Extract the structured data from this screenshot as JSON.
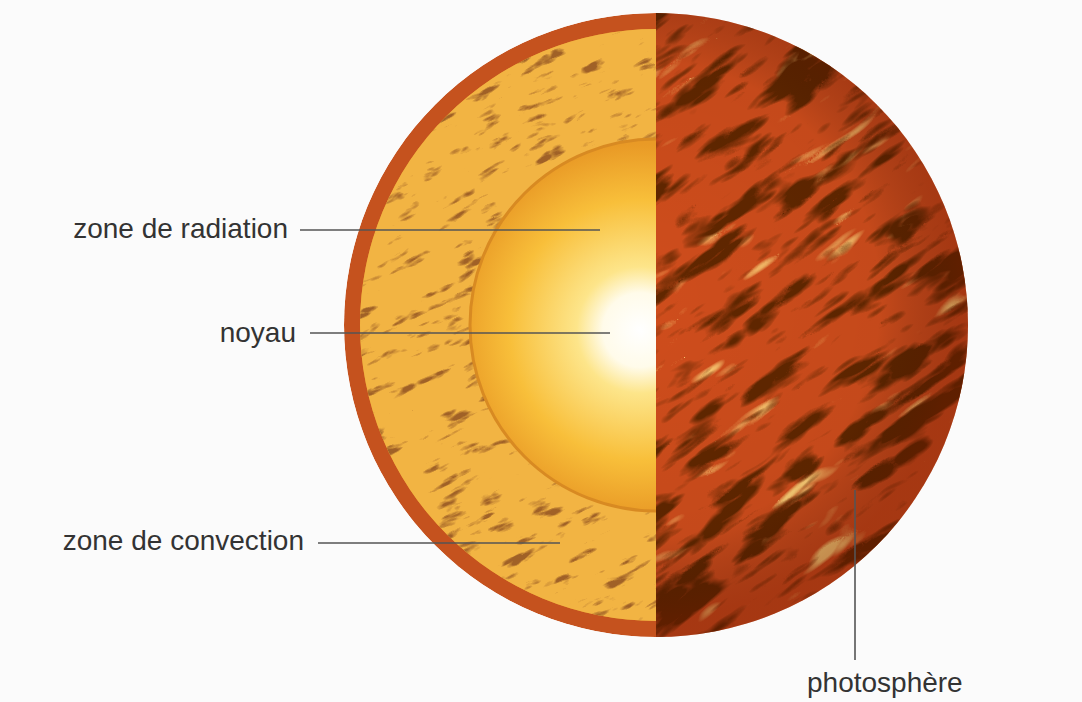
{
  "diagram": {
    "labels": [
      "zone de radiation",
      "noyau",
      "zone de convection",
      "photosphère"
    ]
  }
}
